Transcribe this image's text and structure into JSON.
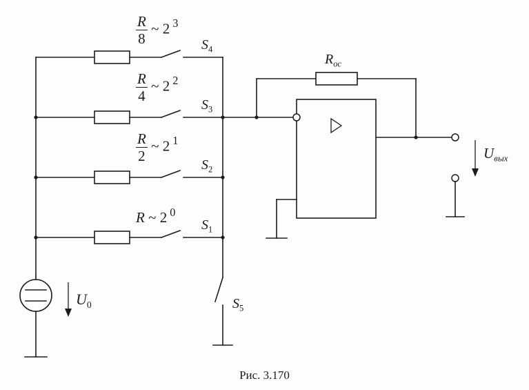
{
  "caption": "Рис. 3.170",
  "resistors": [
    {
      "name": "R",
      "den": "8",
      "tilde": "~",
      "base": "2",
      "exp": "3"
    },
    {
      "name": "R",
      "den": "4",
      "tilde": "~",
      "base": "2",
      "exp": "2"
    },
    {
      "name": "R",
      "den": "2",
      "tilde": "~",
      "base": "2",
      "exp": "1"
    },
    {
      "name": "R",
      "den": "",
      "tilde": "~",
      "base": "2",
      "exp": "0"
    }
  ],
  "switches": {
    "s4": {
      "letter": "S",
      "index": "4"
    },
    "s3": {
      "letter": "S",
      "index": "3"
    },
    "s2": {
      "letter": "S",
      "index": "2"
    },
    "s1": {
      "letter": "S",
      "index": "1"
    },
    "s5": {
      "letter": "S",
      "index": "5"
    }
  },
  "feedback": {
    "letter": "R",
    "index": "oc"
  },
  "output_voltage": {
    "letter": "U",
    "index": "вых"
  },
  "source_voltage": {
    "letter": "U",
    "index": "0"
  },
  "opamp_symbol": "triangle"
}
